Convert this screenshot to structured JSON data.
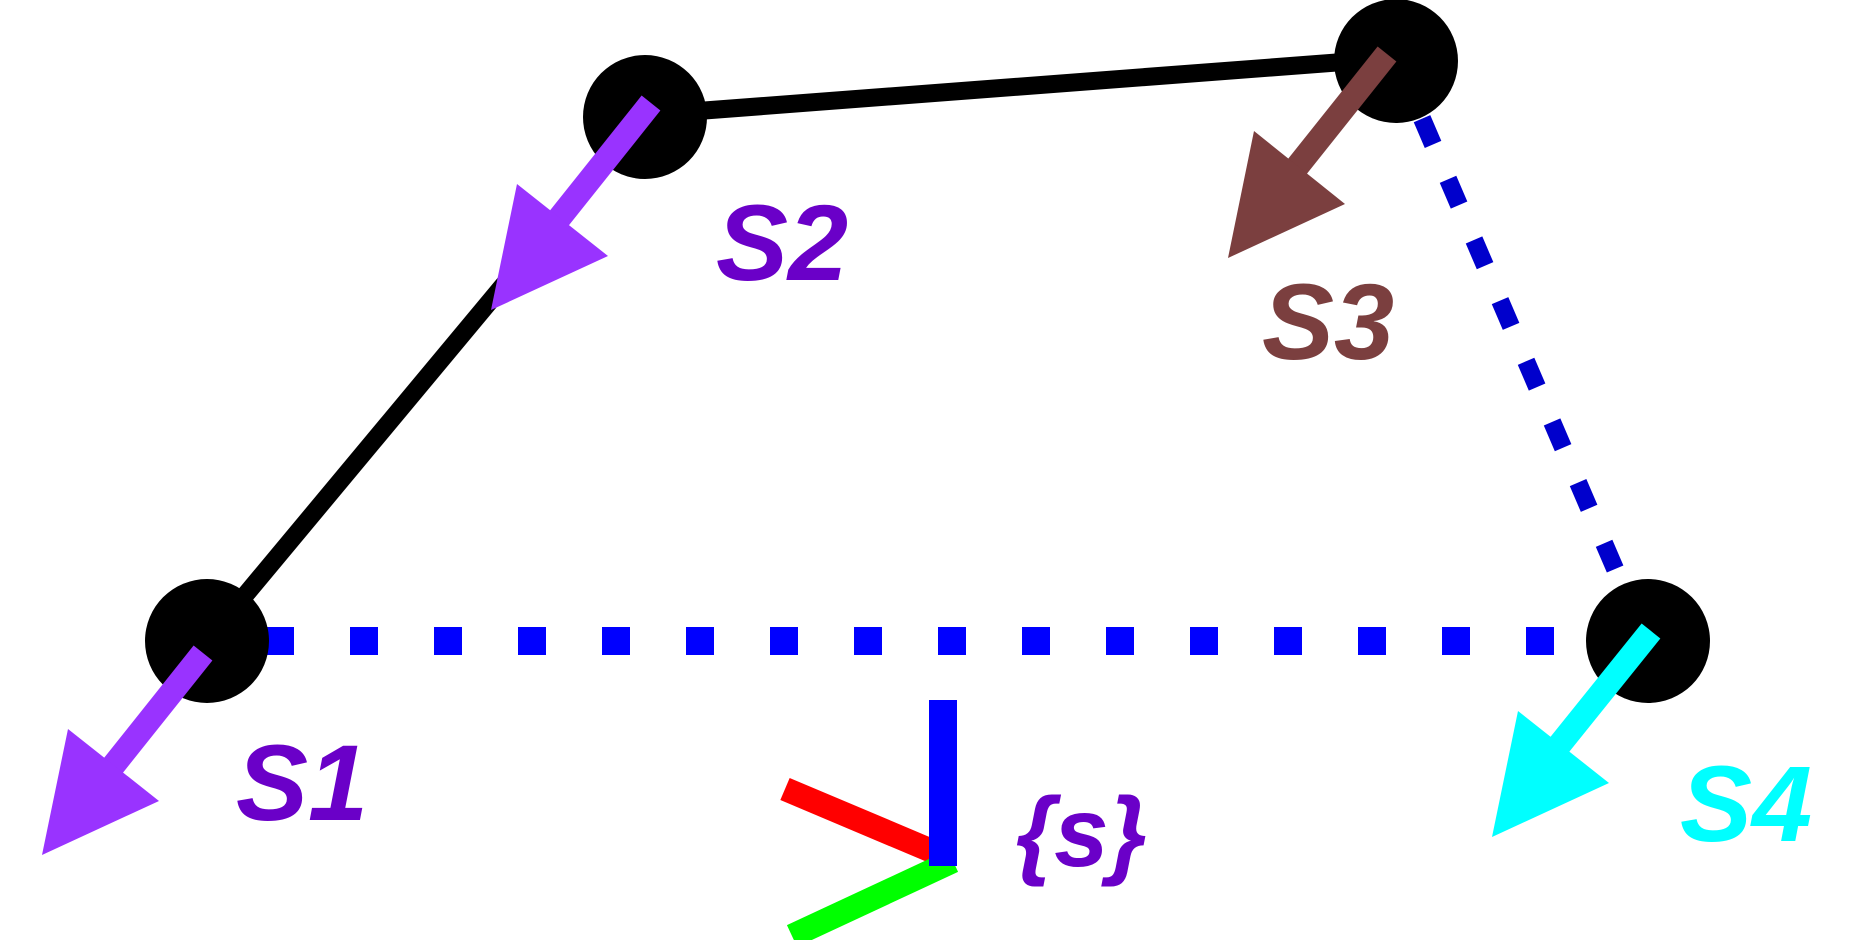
{
  "nodes": [
    {
      "id": "s1",
      "label": "S1",
      "color": "#6a00c8",
      "arrow_color": "#9933ff"
    },
    {
      "id": "s2",
      "label": "S2",
      "color": "#6a00c8",
      "arrow_color": "#9933ff"
    },
    {
      "id": "s3",
      "label": "S3",
      "color": "#7b3f3f",
      "arrow_color": "#7b3f3f"
    },
    {
      "id": "s4",
      "label": "S4",
      "color": "#00ffff",
      "arrow_color": "#00ffff"
    }
  ],
  "frame": {
    "label": "{s}",
    "label_color": "#6a00c8"
  },
  "colors": {
    "node": "#000000",
    "solid_link": "#000000",
    "dotted_link": "#0000ff",
    "axis_x": "#ff0000",
    "axis_y": "#00ff00",
    "axis_z": "#0000ff"
  }
}
